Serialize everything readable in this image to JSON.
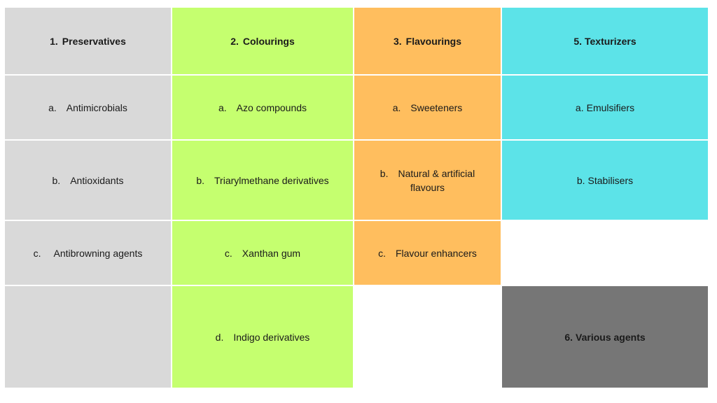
{
  "columns": [
    {
      "header_num": "1.",
      "header": "Preservatives",
      "items": [
        {
          "letter": "a.",
          "text": "Antimicrobials"
        },
        {
          "letter": "b.",
          "text": "Antioxidants"
        },
        {
          "letter": "c.",
          "text": "Antibrowning agents"
        }
      ]
    },
    {
      "header_num": "2.",
      "header": "Colourings",
      "items": [
        {
          "letter": "a.",
          "text": "Azo compounds"
        },
        {
          "letter": "b.",
          "text": "Triarylmethane derivatives"
        },
        {
          "letter": "c.",
          "text": "Xanthan gum"
        },
        {
          "letter": "d.",
          "text": "Indigo derivatives"
        }
      ]
    },
    {
      "header_num": "3.",
      "header": "Flavourings",
      "items": [
        {
          "letter": "a.",
          "text": "Sweeteners"
        },
        {
          "letter": "b.",
          "text": "Natural & artificial",
          "text2": "flavours"
        },
        {
          "letter": "c.",
          "text": "Flavour enhancers"
        }
      ]
    },
    {
      "header_num": "5.",
      "header": "Texturizers",
      "items": [
        {
          "letter": "a.",
          "text": "Emulsifiers"
        },
        {
          "letter": "b.",
          "text": "Stabilisers"
        }
      ]
    }
  ],
  "various": {
    "num": "6.",
    "label": "Various agents"
  },
  "colors": {
    "preservatives": "#d9d9d9",
    "colourings": "#c5ff6f",
    "flavourings": "#ffbe5e",
    "texturizers": "#5ce3e8",
    "various": "#767676"
  }
}
